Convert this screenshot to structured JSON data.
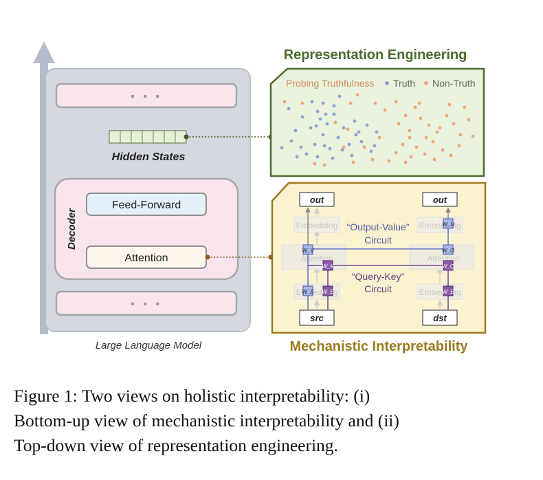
{
  "llm": {
    "label": "Large Language Model",
    "block_top_ellipsis": "▪ ▪ ▪",
    "block_bottom_ellipsis": "▪ ▪ ▪",
    "hidden_states_label": "Hidden States",
    "decoder_label": "Decoder",
    "feed_forward_label": "Feed-Forward",
    "attention_label": "Attention"
  },
  "repeng": {
    "title": "Representation Engineering",
    "probing_label": "Probing Truthfulness",
    "legend": [
      {
        "label": "Truth",
        "color": "#8ea3d8"
      },
      {
        "label": "Non-Truth",
        "color": "#f2a874"
      }
    ]
  },
  "mechinterp": {
    "title": "Mechanistic Interpretability",
    "out_left": "out",
    "out_right": "out",
    "embedding_label": "Embedding",
    "attention_label": "Attention",
    "ov_circuit": {
      "line1": "“Output-Value”",
      "line2": "Circuit"
    },
    "qk_circuit": {
      "line1": "“Query-Key”",
      "line2": "Circuit"
    },
    "src_label": "src",
    "dst_label": "dst",
    "weights": {
      "wv": "W_V",
      "wo": "W_O",
      "wu": "W_U",
      "wq": "W_Q",
      "wk": "W_K",
      "we": "W_E"
    }
  },
  "caption": {
    "line1": "Figure 1:  Two views on holistic interpretability:  (i)",
    "line2": "Bottom-up view of mechanistic interpretability and (ii)",
    "line3": "Top-down view of representation engineering."
  },
  "colors": {
    "llm_panel": "#d5d8e0",
    "decoder_fill": "#f7e4ec",
    "repeng_border": "#4b6b2f",
    "repeng_fill": "#e9f2dc",
    "mech_border": "#9a7a1e",
    "mech_fill": "#fbf2cf",
    "truth": "#8ea3d8",
    "non_truth": "#f2a874",
    "ov_line": "#6a78c0",
    "qk_line": "#7a4a96"
  }
}
